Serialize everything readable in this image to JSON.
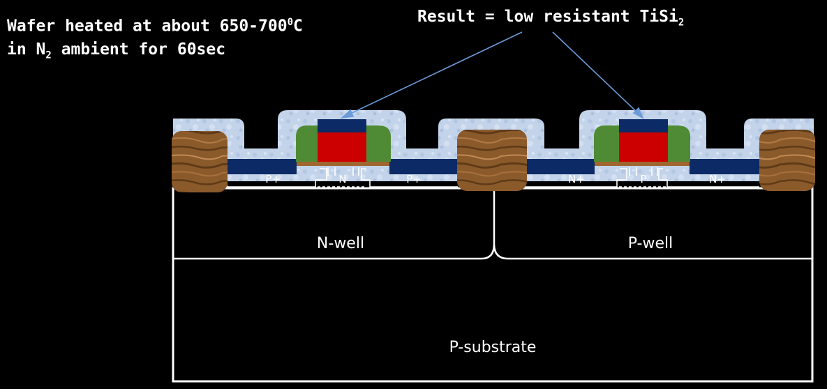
{
  "heading": {
    "line1_prefix": "Wafer heated at about 650-700",
    "line1_sup": "0",
    "line1_suffix": "C",
    "line2_prefix": "in N",
    "line2_sub": "2",
    "line2_suffix": " ambient for 60sec"
  },
  "result": {
    "prefix": "Result = low resistant TiSi",
    "sub": "2"
  },
  "regions": {
    "pplus_left": "P+",
    "n_channel": "N",
    "pplus_right": "P+",
    "nplus_left": "N+",
    "p_channel": "P",
    "nplus_right": "N+",
    "nwell": "N-well",
    "pwell": "P-well",
    "psubstrate": "P-substrate"
  },
  "colors": {
    "background": "#000000",
    "oxide_cap": "#c3d3ea",
    "tisi2": "#0c2a66",
    "gate_poly": "#cc0000",
    "spacer": "#4f8a35",
    "field_oxide": "#8b5a2b",
    "arrow": "#6a9bd8",
    "outline": "#ffffff"
  }
}
